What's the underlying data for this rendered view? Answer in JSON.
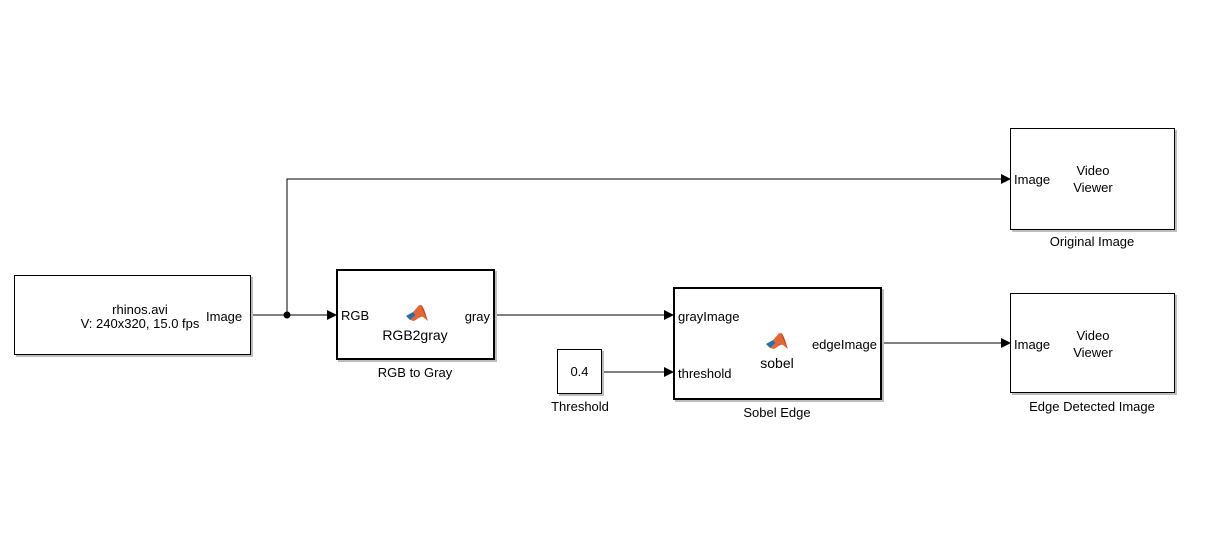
{
  "source_block": {
    "filename": "rhinos.avi",
    "info": "V: 240x320, 15.0 fps",
    "out_port": "Image"
  },
  "rgb2gray_block": {
    "in_port": "RGB",
    "out_port": "gray",
    "function_name": "RGB2gray",
    "icon": "matlab-logo-icon",
    "caption": "RGB to Gray"
  },
  "threshold_block": {
    "value": "0.4",
    "caption": "Threshold"
  },
  "sobel_block": {
    "in_port_1": "grayImage",
    "in_port_2": "threshold",
    "out_port": "edgeImage",
    "function_name": "sobel",
    "icon": "matlab-logo-icon",
    "caption": "Sobel Edge"
  },
  "viewer_original": {
    "in_port": "Image",
    "title_line1": "Video",
    "title_line2": "Viewer",
    "caption": "Original Image"
  },
  "viewer_edges": {
    "in_port": "Image",
    "title_line1": "Video",
    "title_line2": "Viewer",
    "caption": "Edge Detected Image"
  },
  "colors": {
    "wire": "#000000",
    "block_border": "#000000",
    "block_shadow": "#bdbdbd",
    "logo_orange": "#e16737",
    "logo_blue": "#2e6ca4"
  }
}
